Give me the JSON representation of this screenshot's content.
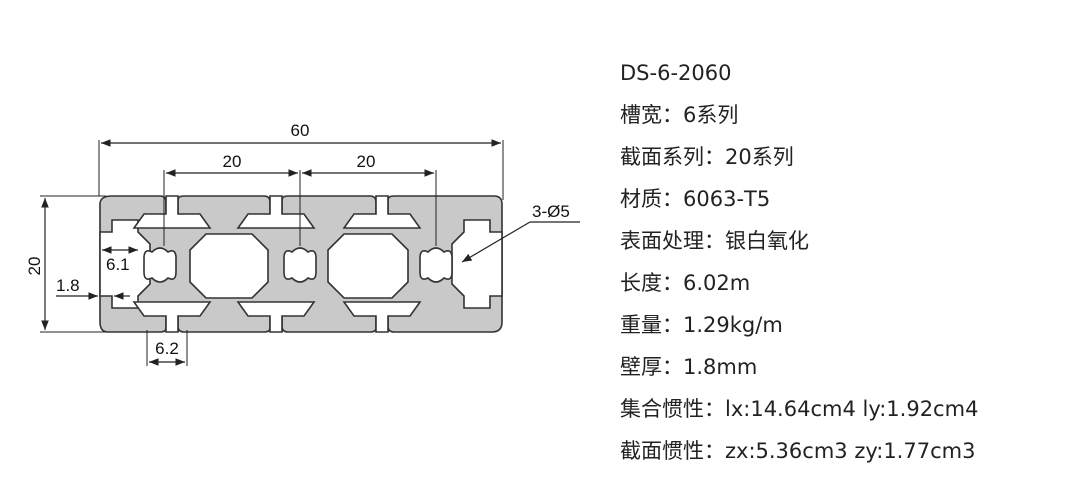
{
  "drawing": {
    "dim_total_width": "60",
    "dim_pitch_left": "20",
    "dim_pitch_right": "20",
    "dim_height": "20",
    "dim_slot_width": "6.1",
    "dim_wall": "1.8",
    "dim_slot_opening": "6.2",
    "dim_holes": "3-Ø5"
  },
  "specs": {
    "model": "DS-6-2060",
    "rows": [
      "槽宽：6系列",
      "截面系列：20系列",
      "材质：6063-T5",
      "表面处理：银白氧化",
      "长度：6.02m",
      "重量：1.29kg/m",
      "壁厚：1.8mm",
      "集合惯性：lx:14.64cm4 ly:1.92cm4",
      "截面惯性：zx:5.36cm3 zy:1.77cm3"
    ]
  }
}
